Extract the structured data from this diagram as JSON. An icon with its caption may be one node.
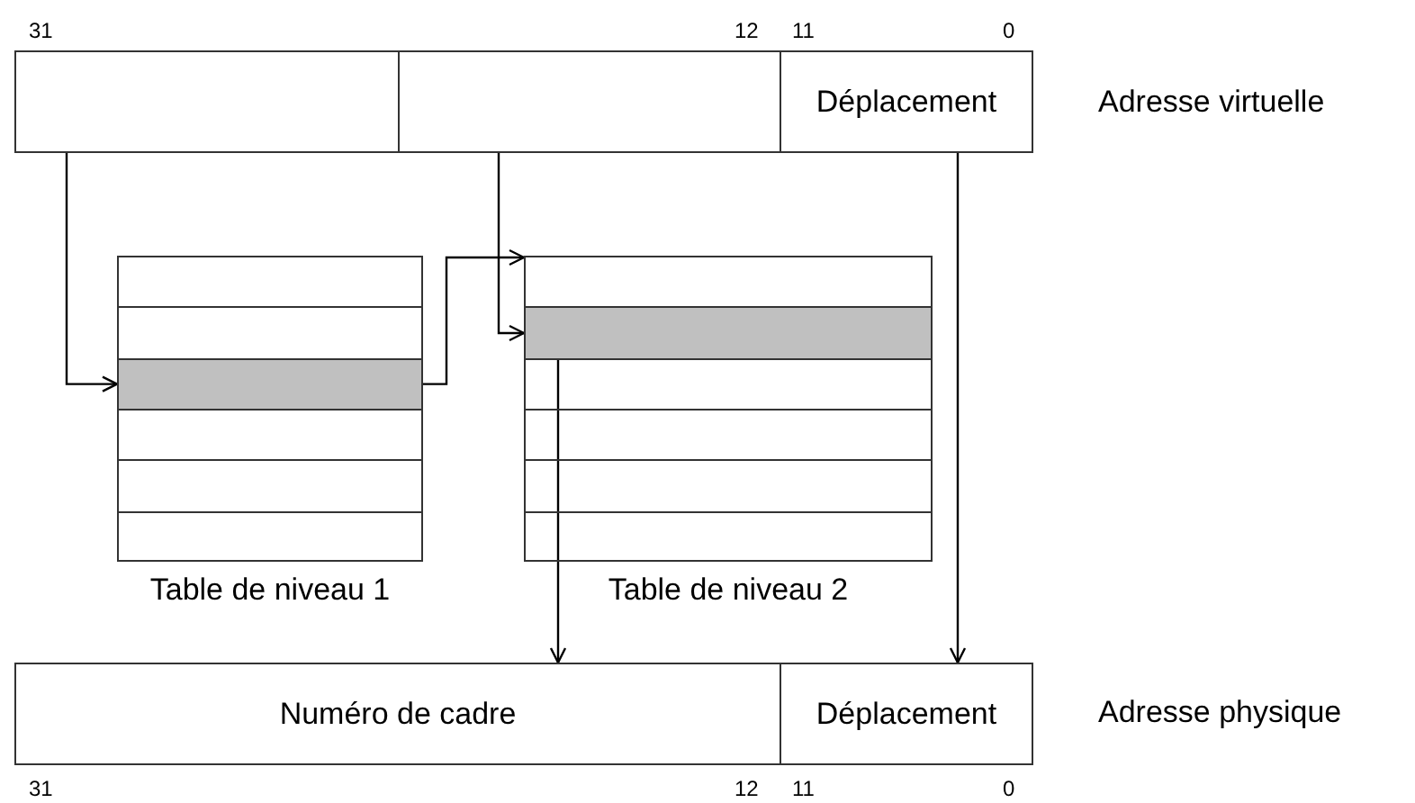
{
  "diagram": {
    "nodes": [
      {
        "text": [],
        "shape": "box"
      },
      {
        "text": [],
        "shape": "box"
      },
      {
        "text": [
          "Déplacement"
        ]
      },
      {
        "text": [
          "Table de niveau 1"
        ]
      },
      {
        "text": [],
        "shape": "box",
        "in": 3
      },
      {
        "text": [
          "Table de niveau 2"
        ]
      },
      {
        "text": [],
        "shape": "box",
        "in": 5
      },
      {
        "text": [
          "Numéro de cadre"
        ]
      },
      {
        "text": [
          "Déplacement"
        ]
      }
    ],
    "edges": [
      {
        "from": 0,
        "to": 4,
        "arrow": "to"
      },
      {
        "from": 1,
        "to": 6,
        "arrow": "to"
      },
      {
        "from": 4,
        "to": 5,
        "arrow": "to"
      },
      {
        "from": 6,
        "to": 7,
        "arrow": "to"
      },
      {
        "from": 2,
        "to": 8,
        "arrow": "to"
      }
    ],
    "labels": [
      "31",
      "12",
      "11",
      "0",
      "Adresse virtuelle",
      "Adresse physique",
      "31",
      "12",
      "11",
      "0"
    ]
  }
}
